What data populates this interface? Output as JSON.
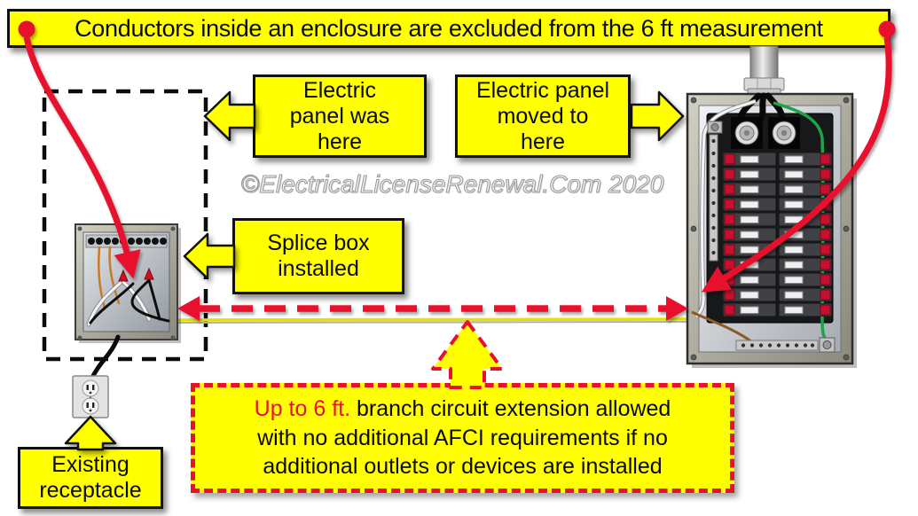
{
  "banner": {
    "text": "Conductors inside an enclosure are excluded from the 6 ft measurement"
  },
  "watermark": {
    "text": "©ElectricalLicenseRenewal.Com 2020"
  },
  "callout_panel_was": {
    "line1": "Electric",
    "line2": "panel was",
    "line3": "here"
  },
  "callout_panel_moved": {
    "line1": "Electric panel",
    "line2": "moved to",
    "line3": "here"
  },
  "callout_splice": {
    "line1": "Splice box",
    "line2": "installed"
  },
  "callout_receptacle": {
    "line1": "Existing",
    "line2": "receptacle"
  },
  "note": {
    "highlight": "Up to 6 ft.",
    "line1_rest": " branch circuit extension allowed",
    "line2": "with no additional AFCI requirements if no",
    "line3": "additional outlets or devices are installed"
  },
  "colors": {
    "callout_yellow": "#FFFF00",
    "arrow_red": "#E8112D",
    "cable_yellow": "#E8E000",
    "dashed_outline_black": "#0b0b0b",
    "ground_wire_green": "#1ea24a"
  }
}
